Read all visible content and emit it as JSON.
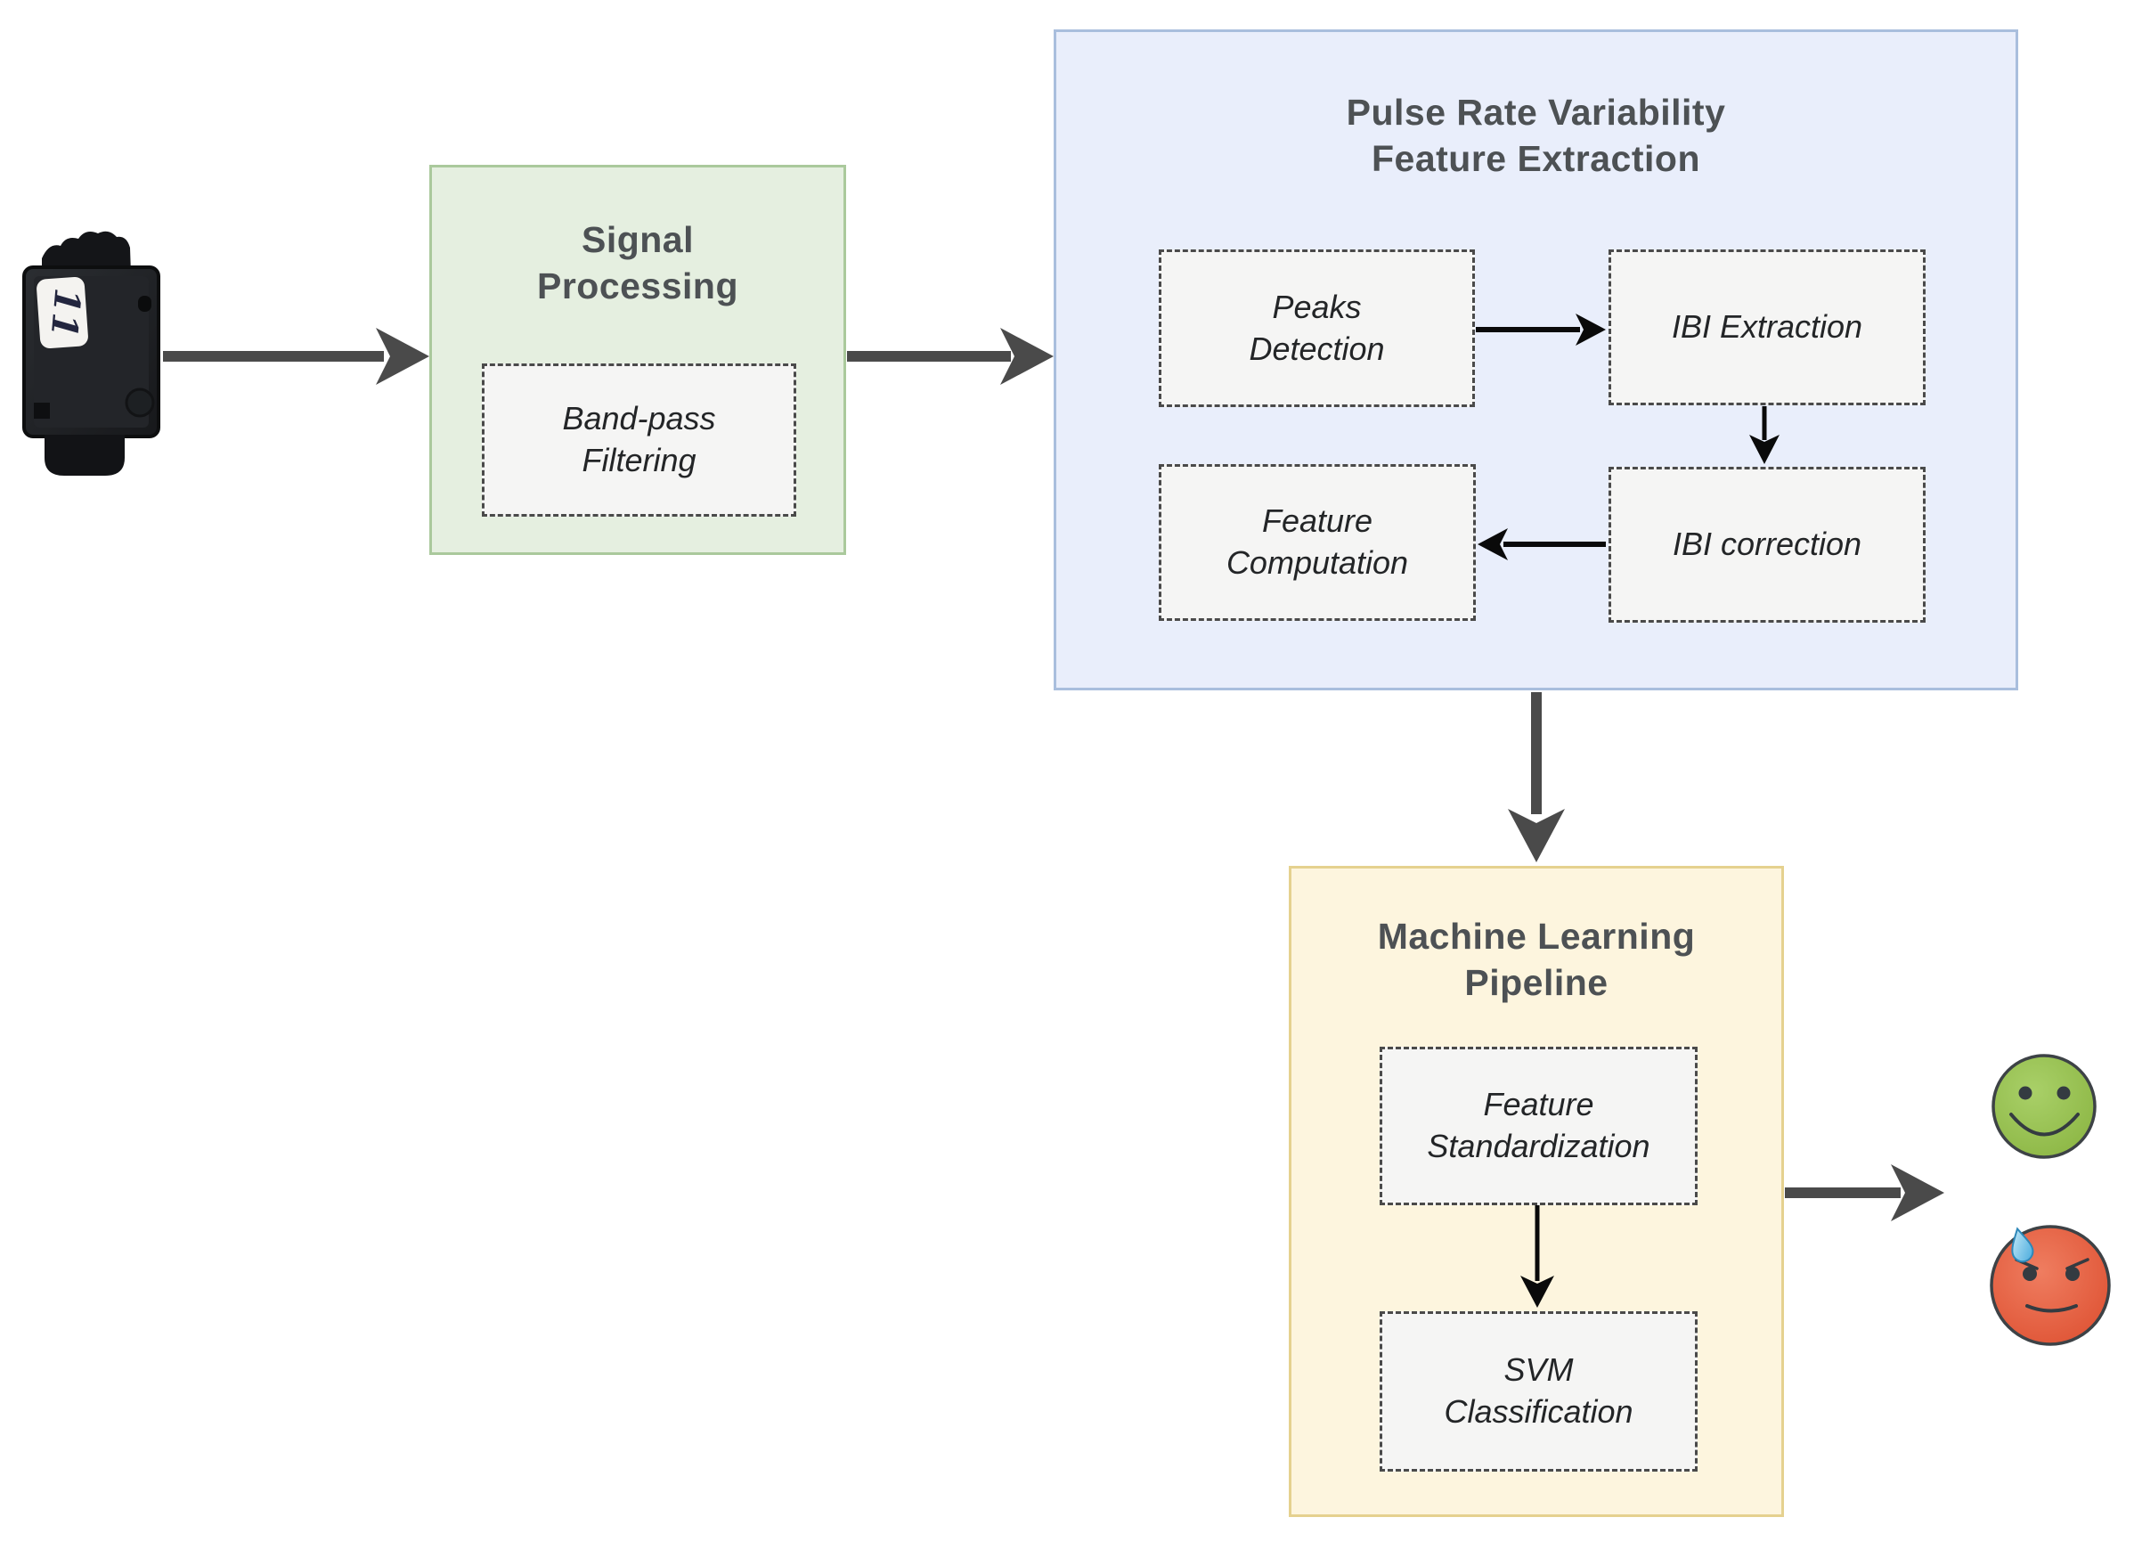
{
  "device": {
    "sticker_label": "11",
    "description": "black wrist-worn sensor photo"
  },
  "panels": {
    "signal_processing": {
      "title": "Signal\nProcessing",
      "nodes": {
        "bandpass": "Band-pass\nFiltering"
      }
    },
    "prv": {
      "title": "Pulse Rate Variability\nFeature Extraction",
      "nodes": {
        "peaks": "Peaks\nDetection",
        "ibi_extraction": "IBI Extraction",
        "ibi_correction": "IBI correction",
        "feature_computation": "Feature\nComputation"
      }
    },
    "ml": {
      "title": "Machine Learning\nPipeline",
      "nodes": {
        "standardization": "Feature\nStandardization",
        "svm": "SVM\nClassification"
      }
    }
  },
  "outputs": {
    "positive_icon": "green-smiley-face",
    "negative_icon": "red-sad-face-with-sweat-drop"
  },
  "colors": {
    "signal_panel_fill": "#e5efe0",
    "signal_panel_border": "#aac99c",
    "prv_panel_fill": "#e9eefb",
    "prv_panel_border": "#a9bedd",
    "ml_panel_fill": "#fdf5de",
    "ml_panel_border": "#e5d18f",
    "node_fill": "#f5f5f4",
    "node_border": "#4a4a4a",
    "title_text": "#4d5154",
    "node_text": "#232527",
    "big_arrow": "#4a4a4a",
    "small_arrow": "#0a0a0a",
    "happy_face": "#94bd4e",
    "sad_face": "#e8614a",
    "sweat_drop": "#5fb9e2"
  }
}
